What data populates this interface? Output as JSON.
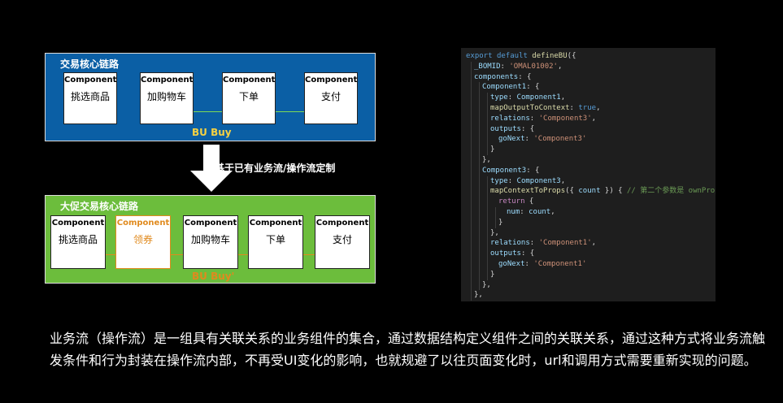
{
  "top_panel": {
    "title": "交易核心链路",
    "bu_label": "BU Buy",
    "components": [
      {
        "header": "Component",
        "label": "挑选商品"
      },
      {
        "header": "Component",
        "label": "加购物车"
      },
      {
        "header": "Component",
        "label": "下单"
      },
      {
        "header": "Component",
        "label": "支付"
      }
    ]
  },
  "arrow_caption": "基于已有业务流/操作流定制",
  "bottom_panel": {
    "title": "大促交易核心链路",
    "bu_label": "BU Buy'",
    "components": [
      {
        "header": "Component",
        "label": "挑选商品",
        "highlight": false
      },
      {
        "header": "Component",
        "label": "领券",
        "highlight": true
      },
      {
        "header": "Component",
        "label": "加购物车",
        "highlight": false
      },
      {
        "header": "Component",
        "label": "下单",
        "highlight": false
      },
      {
        "header": "Component",
        "label": "支付",
        "highlight": false
      }
    ]
  },
  "colors": {
    "top_panel_bg": "#0b5fa5",
    "bottom_panel_bg": "#6cbd3c",
    "top_flow_line": "#7ed957",
    "bottom_flow_line": "#e08a1e",
    "top_bu_text": "#f5d142",
    "bottom_bu_text": "#e08a1e",
    "highlight": "#e08a1e"
  },
  "code": {
    "lines": [
      {
        "indent": 0,
        "tokens": [
          [
            "kw",
            "export "
          ],
          [
            "kw",
            "default "
          ],
          [
            "fn",
            "defineBU"
          ],
          [
            "plain",
            "({"
          ]
        ]
      },
      {
        "indent": 1,
        "tokens": [
          [
            "key",
            "_BOMID"
          ],
          [
            "plain",
            ": "
          ],
          [
            "str",
            "'OMAL01002'"
          ],
          [
            "plain",
            ","
          ]
        ]
      },
      {
        "indent": 1,
        "tokens": [
          [
            "key",
            "components"
          ],
          [
            "plain",
            ": {"
          ]
        ]
      },
      {
        "indent": 2,
        "tokens": [
          [
            "key",
            "Component1"
          ],
          [
            "plain",
            ": {"
          ]
        ]
      },
      {
        "indent": 3,
        "tokens": [
          [
            "key",
            "type"
          ],
          [
            "plain",
            ": "
          ],
          [
            "key",
            "Component1"
          ],
          [
            "plain",
            ","
          ]
        ]
      },
      {
        "indent": 3,
        "tokens": [
          [
            "fn",
            "mapOutputToContext"
          ],
          [
            "plain",
            ": "
          ],
          [
            "kw",
            "true"
          ],
          [
            "plain",
            ","
          ]
        ]
      },
      {
        "indent": 3,
        "tokens": [
          [
            "key",
            "relations"
          ],
          [
            "plain",
            ": "
          ],
          [
            "str",
            "'Component3'"
          ],
          [
            "plain",
            ","
          ]
        ]
      },
      {
        "indent": 3,
        "tokens": [
          [
            "key",
            "outputs"
          ],
          [
            "plain",
            ": {"
          ]
        ]
      },
      {
        "indent": 4,
        "tokens": [
          [
            "key",
            "goNext"
          ],
          [
            "plain",
            ": "
          ],
          [
            "str",
            "'Component3'"
          ]
        ]
      },
      {
        "indent": 3,
        "tokens": [
          [
            "plain",
            "}"
          ]
        ]
      },
      {
        "indent": 2,
        "tokens": [
          [
            "plain",
            "},"
          ]
        ]
      },
      {
        "indent": 2,
        "tokens": [
          [
            "key",
            "Component3"
          ],
          [
            "plain",
            ": {"
          ]
        ]
      },
      {
        "indent": 3,
        "tokens": [
          [
            "key",
            "type"
          ],
          [
            "plain",
            ": "
          ],
          [
            "key",
            "Component3"
          ],
          [
            "plain",
            ","
          ]
        ]
      },
      {
        "indent": 3,
        "tokens": [
          [
            "fn",
            "mapContextToProps"
          ],
          [
            "plain",
            "({ "
          ],
          [
            "key",
            "count"
          ],
          [
            "plain",
            " }) { "
          ],
          [
            "cmt",
            "// 第二个参数是 ownProps"
          ]
        ]
      },
      {
        "indent": 4,
        "tokens": [
          [
            "ctl",
            "return"
          ],
          [
            "plain",
            " {"
          ]
        ]
      },
      {
        "indent": 5,
        "tokens": [
          [
            "key",
            "num"
          ],
          [
            "plain",
            ": "
          ],
          [
            "key",
            "count"
          ],
          [
            "plain",
            ","
          ]
        ]
      },
      {
        "indent": 4,
        "tokens": [
          [
            "plain",
            "}"
          ]
        ]
      },
      {
        "indent": 3,
        "tokens": [
          [
            "plain",
            "},"
          ]
        ]
      },
      {
        "indent": 3,
        "tokens": [
          [
            "key",
            "relations"
          ],
          [
            "plain",
            ": "
          ],
          [
            "str",
            "'Component1'"
          ],
          [
            "plain",
            ","
          ]
        ]
      },
      {
        "indent": 3,
        "tokens": [
          [
            "key",
            "outputs"
          ],
          [
            "plain",
            ": {"
          ]
        ]
      },
      {
        "indent": 4,
        "tokens": [
          [
            "key",
            "goNext"
          ],
          [
            "plain",
            ": "
          ],
          [
            "str",
            "'Component1'"
          ]
        ]
      },
      {
        "indent": 3,
        "tokens": [
          [
            "plain",
            "}"
          ]
        ]
      },
      {
        "indent": 2,
        "tokens": [
          [
            "plain",
            "},"
          ]
        ]
      },
      {
        "indent": 1,
        "tokens": [
          [
            "plain",
            "},"
          ]
        ]
      }
    ]
  },
  "description": "业务流（操作流）是一组具有关联关系的业务组件的集合，通过数据结构定义组件之间的关联关系，通过这种方式将业务流触发条件和行为封装在操作流内部，不再受UI变化的影响，也就规避了以往页面变化时，url和调用方式需要重新实现的问题。"
}
